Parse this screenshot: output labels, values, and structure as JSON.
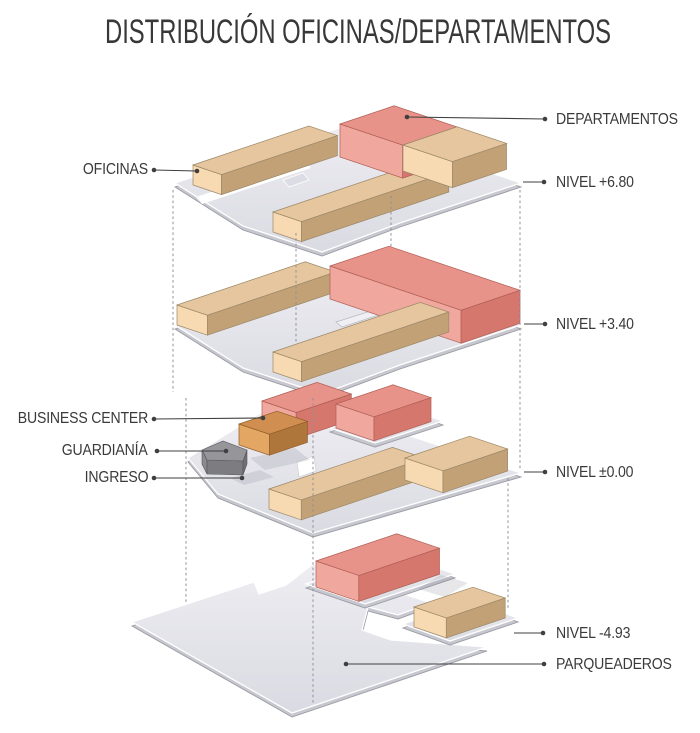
{
  "title": "DISTRIBUCIÓN OFICINAS/DEPARTAMENTOS",
  "labels": {
    "left": [
      {
        "text": "OFICINAS"
      },
      {
        "text": "BUSINESS CENTER"
      },
      {
        "text": "GUARDIANÍA"
      },
      {
        "text": "INGRESO"
      }
    ],
    "right": [
      {
        "text": "DEPARTAMENTOS"
      },
      {
        "text": "NIVEL +6.80"
      },
      {
        "text": "NIVEL +3.40"
      },
      {
        "text": "NIVEL ±0.00"
      },
      {
        "text": "NIVEL -4.93"
      },
      {
        "text": "PARQUEADEROS"
      }
    ]
  },
  "colors": {
    "plate_top_light": "#EDEDF2",
    "plate_top_dark": "#DADAE2",
    "plate_side": "#C7C7D0",
    "plate_edge": "#FFFFFF",
    "plate_outline": "#9A9AA3",
    "tan_top": "#E6C69E",
    "tan_light": "#F7D9B2",
    "tan_dark": "#C2A177",
    "tan_stroke": "#9B8868",
    "red_top": "#E8938A",
    "red_light": "#F0A89E",
    "red_dark": "#D5776D",
    "red_stroke": "#B05E55",
    "orange_top": "#D08E50",
    "orange_light": "#E3A763",
    "orange_dark": "#AF763C",
    "orange_stroke": "#8F5C28",
    "gray_top": "#95959A",
    "gray_light": "#8A8A8F",
    "gray_front": "#7C7C81",
    "gray_dark": "#6F6F74",
    "gray_stroke": "#55555A",
    "leader_line": "#3F3F3F",
    "dotted_line": "#909098",
    "text": "#3A3A3A"
  }
}
